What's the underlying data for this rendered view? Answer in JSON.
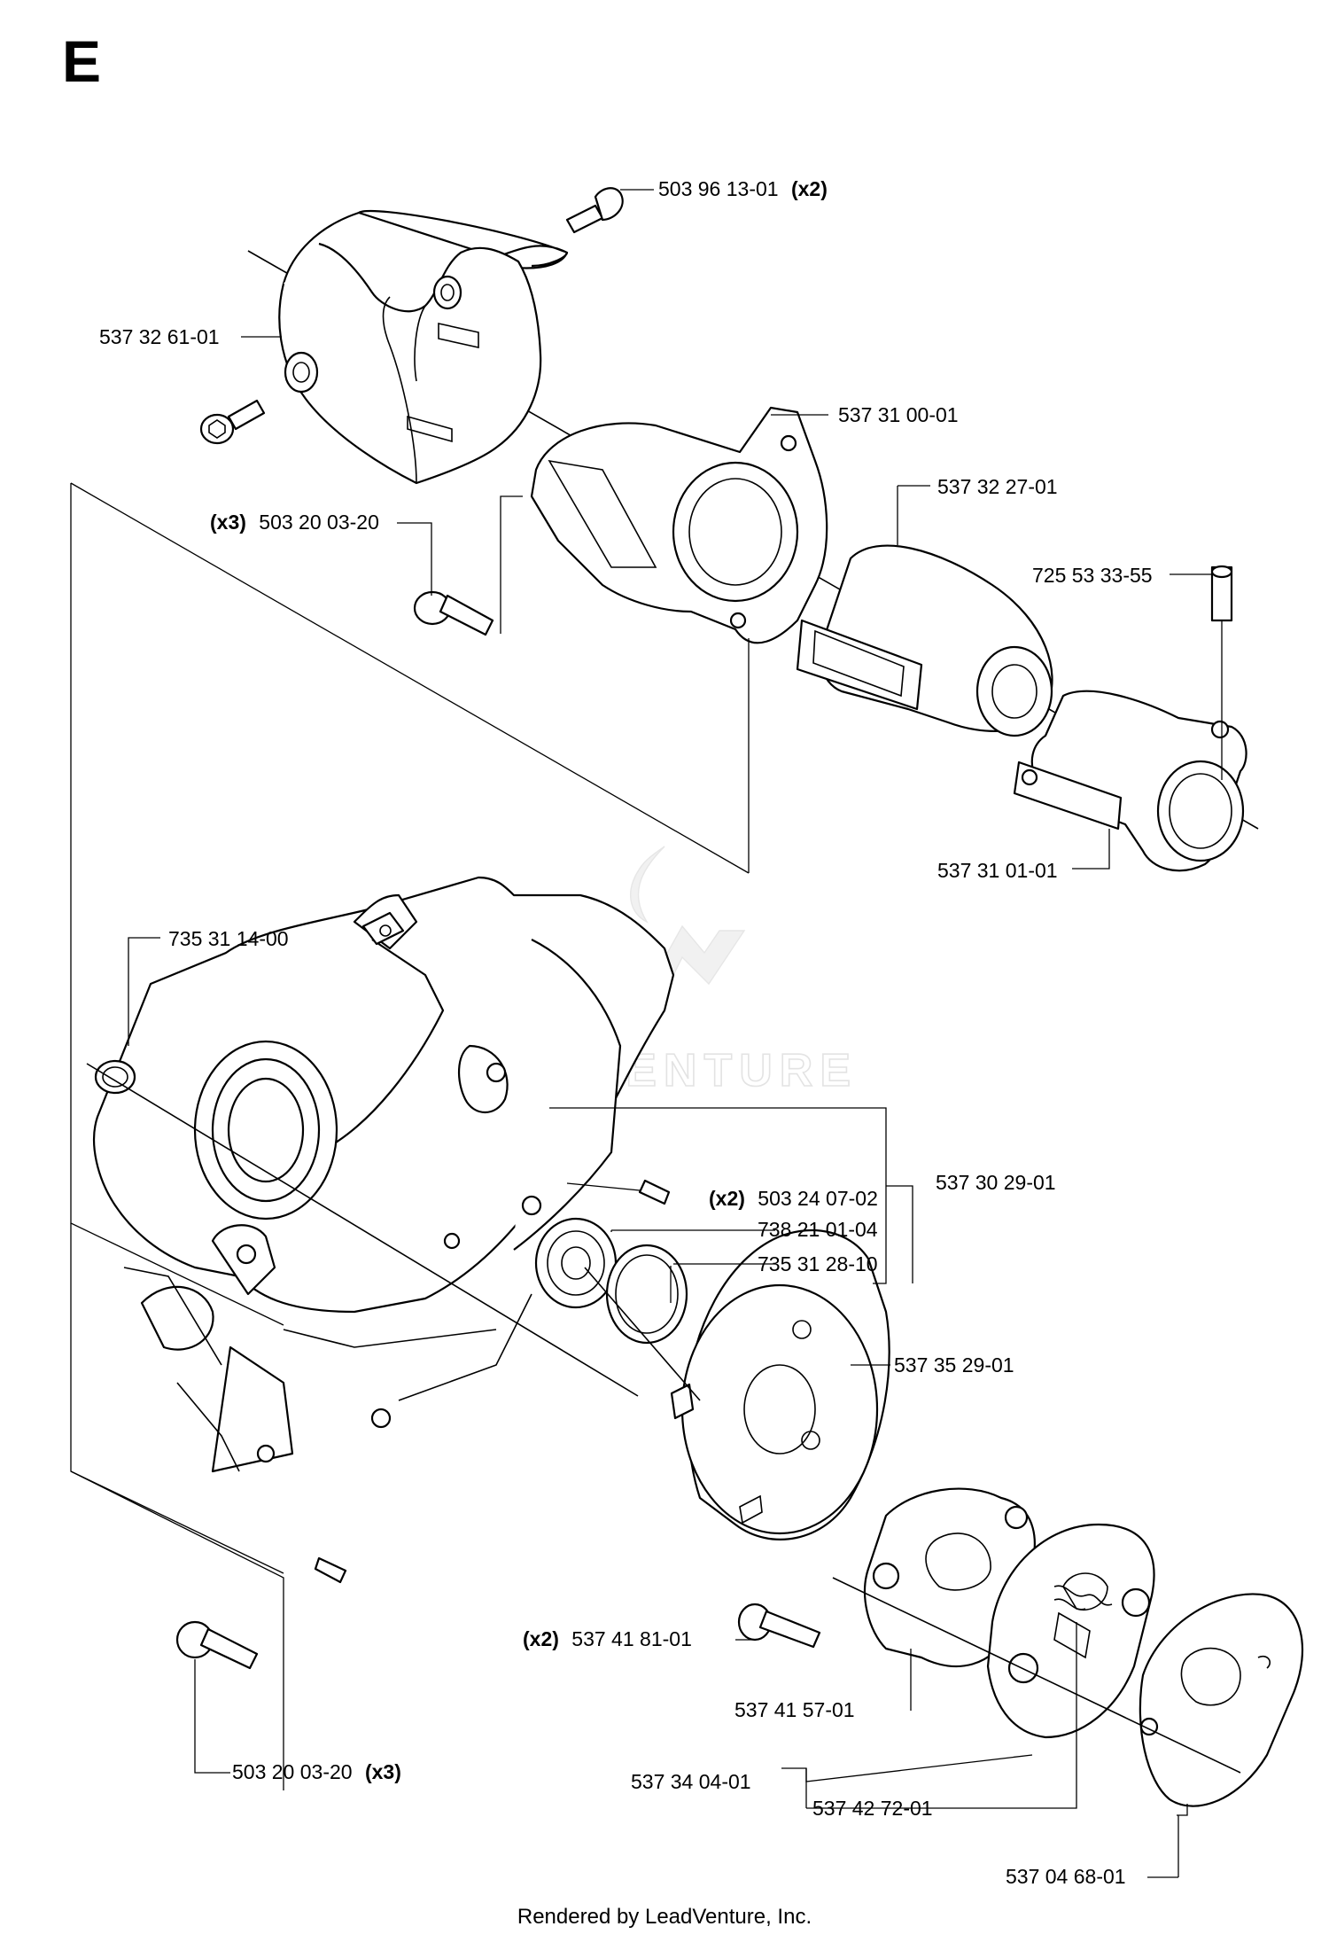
{
  "section_letter": "E",
  "footer": "Rendered by LeadVenture, Inc.",
  "watermark": "LEADVENTURE",
  "labels": {
    "p503961301": {
      "number": "503 96 13-01",
      "qty": "(x2)"
    },
    "p537326101": {
      "number": "537 32 61-01"
    },
    "p537310001": {
      "number": "537 31 00-01"
    },
    "p503200320_top": {
      "qty": "(x3)",
      "number": "503 20 03-20"
    },
    "p537322701": {
      "number": "537 32 27-01"
    },
    "p725533355": {
      "number": "725 53 33-55"
    },
    "p537310101": {
      "number": "537 31 01-01"
    },
    "p735311400": {
      "number": "735 31 14-00"
    },
    "p537302901": {
      "number": "537 30 29-01"
    },
    "p503240702": {
      "qty": "(x2)",
      "number": "503 24 07-02"
    },
    "p738210104": {
      "number": "738 21 01-04"
    },
    "p735312810": {
      "number": "735 31 28-10"
    },
    "p537352901": {
      "number": "537 35 29-01"
    },
    "p537418101": {
      "qty": "(x2)",
      "number": "537 41 81-01"
    },
    "p537415701": {
      "number": "537 41 57-01"
    },
    "p537340401": {
      "number": "537 34 04-01"
    },
    "p537427201": {
      "number": "537 42 72-01"
    },
    "p503200320_bottom": {
      "number": "503 20 03-20",
      "qty": "(x3)"
    },
    "p537046801": {
      "number": "537 04 68-01"
    }
  }
}
